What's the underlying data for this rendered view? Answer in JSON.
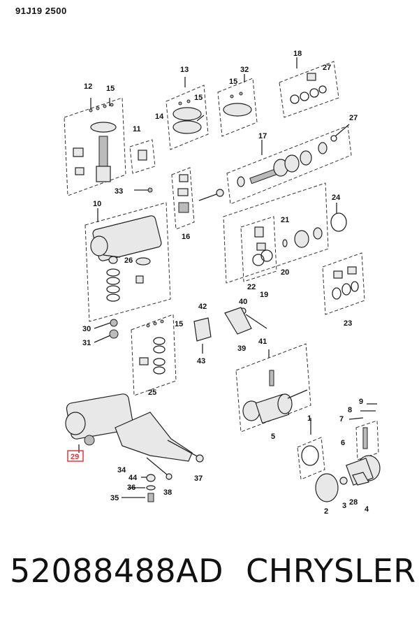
{
  "header": {
    "code": "91J19 2500"
  },
  "footer": {
    "part_number": "52088488AD",
    "brand": "CHRYSLER"
  },
  "callouts": {
    "c1": "1",
    "c2": "2",
    "c3": "3",
    "c4": "4",
    "c5": "5",
    "c6": "6",
    "c7": "7",
    "c8": "8",
    "c9": "9",
    "c10": "10",
    "c11": "11",
    "c12": "12",
    "c13": "13",
    "c14": "14",
    "c15": "15",
    "c16": "16",
    "c17": "17",
    "c18": "18",
    "c19": "19",
    "c20": "20",
    "c21": "21",
    "c22": "22",
    "c23": "23",
    "c24": "24",
    "c25": "25",
    "c26": "26",
    "c27": "27",
    "c28": "28",
    "c29": "29",
    "c30": "30",
    "c31": "31",
    "c32": "32",
    "c33": "33",
    "c34": "34",
    "c35": "35",
    "c36": "36",
    "c37": "37",
    "c38": "38",
    "c39": "39",
    "c40": "40",
    "c41": "41",
    "c42": "42",
    "c43": "43",
    "c44": "44"
  },
  "highlight_color": "#e03a3a"
}
